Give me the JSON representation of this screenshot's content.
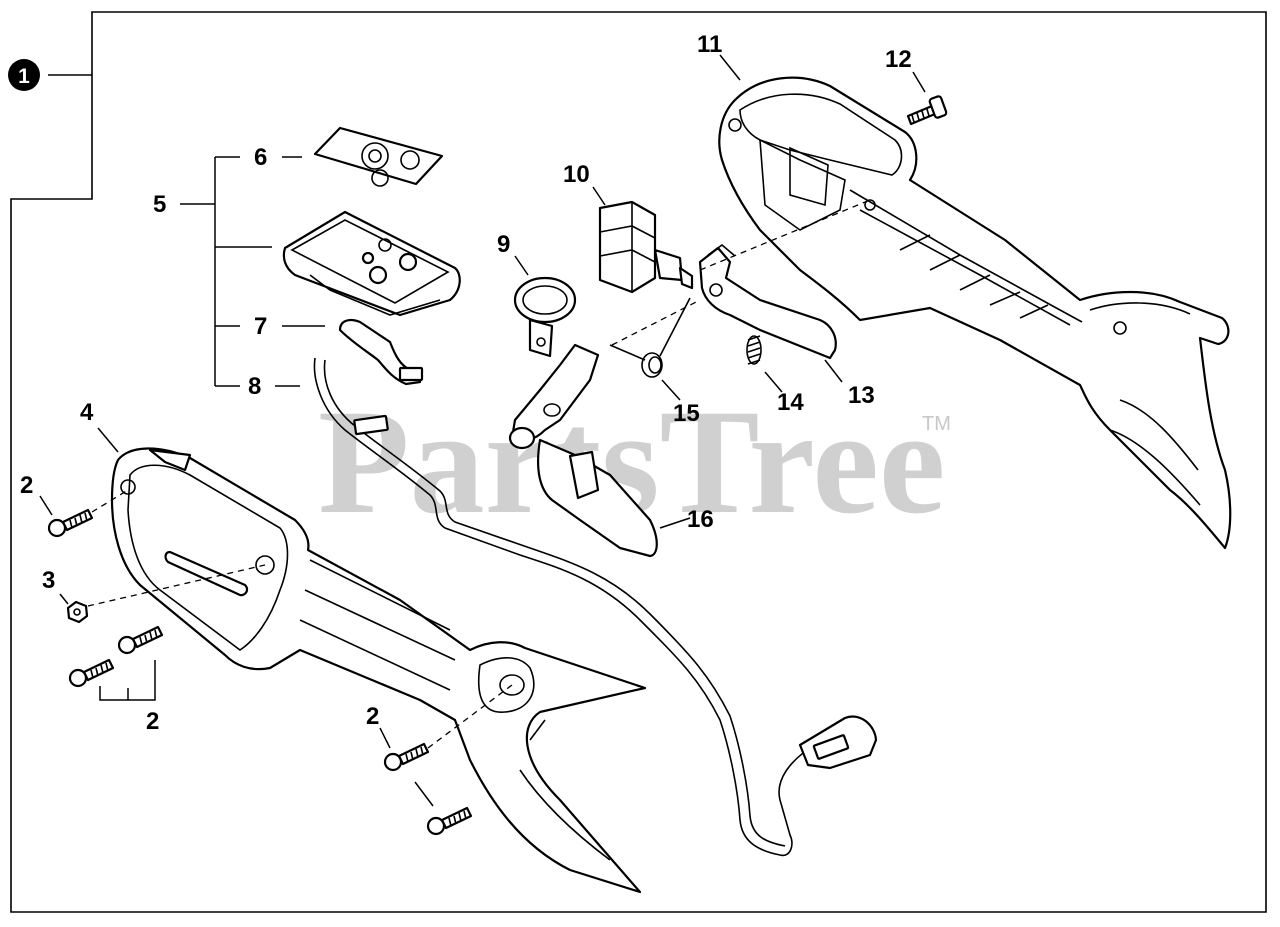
{
  "diagram": {
    "assembly_marker": "1",
    "watermark": "PartsTree",
    "watermark_mark": "TM",
    "callouts": {
      "c2a": "2",
      "c2b": "2",
      "c2c": "2",
      "c3": "3",
      "c4": "4",
      "c5": "5",
      "c6": "6",
      "c7": "7",
      "c8": "8",
      "c9": "9",
      "c10": "10",
      "c11": "11",
      "c12": "12",
      "c13": "13",
      "c14": "14",
      "c15": "15",
      "c16": "16"
    }
  }
}
